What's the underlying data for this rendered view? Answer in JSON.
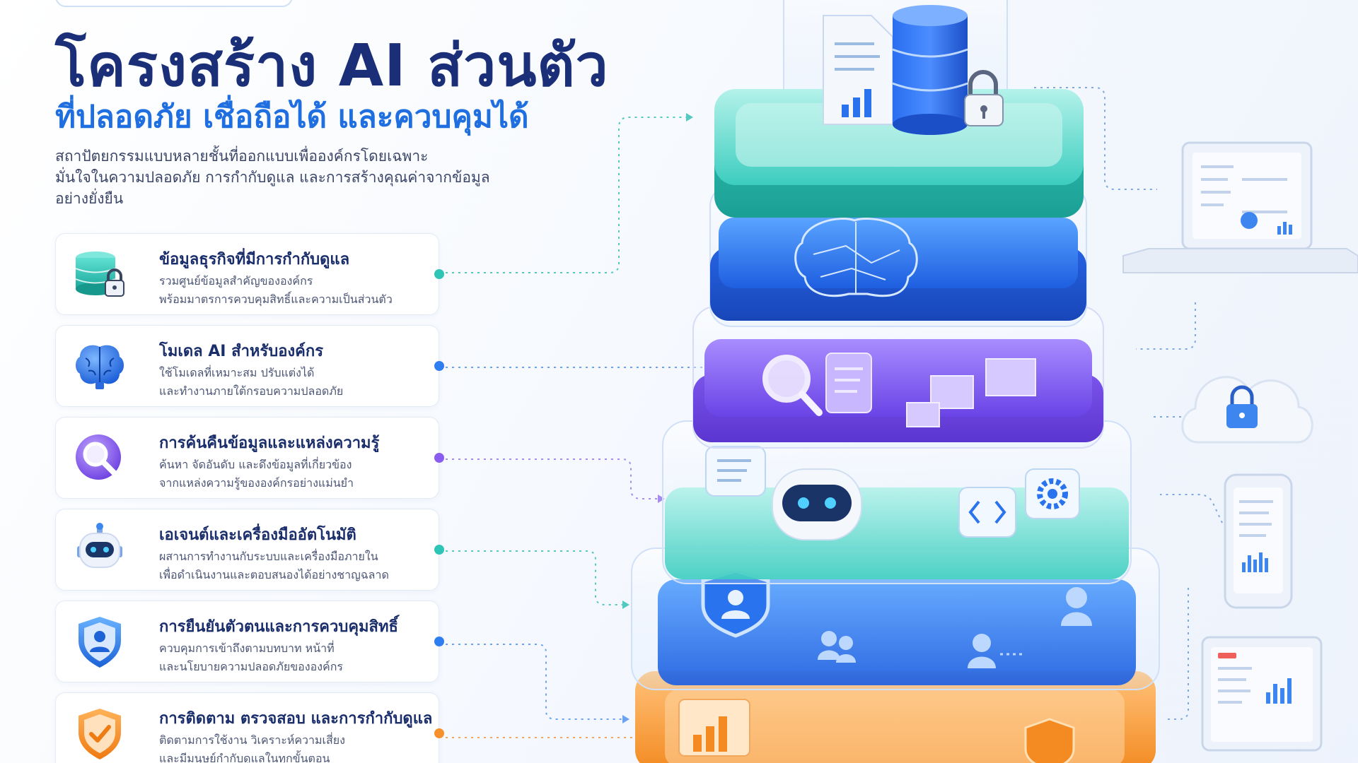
{
  "header": {
    "title": "โครงสร้าง AI ส่วนตัว",
    "subtitle": "ที่ปลอดภัย เชื่อถือได้ และควบคุมได้",
    "description_lines": [
      "สถาปัตยกรรมแบบหลายชั้นที่ออกแบบเพื่อองค์กรโดยเฉพาะ",
      "มั่นใจในความปลอดภัย การกำกับดูแล และการสร้างคุณค่าจากข้อมูล",
      "อย่างยั่งยืน"
    ]
  },
  "cards": [
    {
      "title": "ข้อมูลธุรกิจที่มีการกำกับดูแล",
      "line1": "รวมศูนย์ข้อมูลสำคัญขององค์กร",
      "line2": "พร้อมมาตรการควบคุมสิทธิ์และความเป็นส่วนตัว",
      "icon": "database-lock-icon",
      "dot_color": "#2ec4b6"
    },
    {
      "title": "โมเดล AI สำหรับองค์กร",
      "line1": "ใช้โมเดลที่เหมาะสม ปรับแต่งได้",
      "line2": "และทำงานภายใต้กรอบความปลอดภัย",
      "icon": "brain-icon",
      "dot_color": "#2f7ef0"
    },
    {
      "title": "การค้นคืนข้อมูลและแหล่งความรู้",
      "line1": "ค้นหา จัดอันดับ และดึงข้อมูลที่เกี่ยวข้อง",
      "line2": "จากแหล่งความรู้ขององค์กรอย่างแม่นยำ",
      "icon": "magnifier-icon",
      "dot_color": "#8a5cf0"
    },
    {
      "title": "เอเจนต์และเครื่องมืออัตโนมัติ",
      "line1": "ผสานการทำงานกับระบบและเครื่องมือภายใน",
      "line2": "เพื่อดำเนินงานและตอบสนองได้อย่างชาญฉลาด",
      "icon": "robot-icon",
      "dot_color": "#2ec4b6"
    },
    {
      "title": "การยืนยันตัวตนและการควบคุมสิทธิ์",
      "line1": "ควบคุมการเข้าถึงตามบทบาท หน้าที่",
      "line2": "และนโยบายความปลอดภัยขององค์กร",
      "icon": "user-shield-icon",
      "dot_color": "#2f7ef0"
    },
    {
      "title": "การติดตาม ตรวจสอบ และการกำกับดูแล",
      "line1": "ติดตามการใช้งาน วิเคราะห์ความเสี่ยง",
      "line2": "และมีมนุษย์กำกับดูแลในทุกขั้นตอน",
      "icon": "orange-shield-icon",
      "dot_color": "#f5902a"
    }
  ],
  "colors": {
    "title": "#1a2f78",
    "subtitle": "#1f6fe0",
    "teal": "#2ec4b6",
    "blue": "#2f7ef0",
    "purple": "#8a5cf0",
    "orange": "#f5902a"
  }
}
